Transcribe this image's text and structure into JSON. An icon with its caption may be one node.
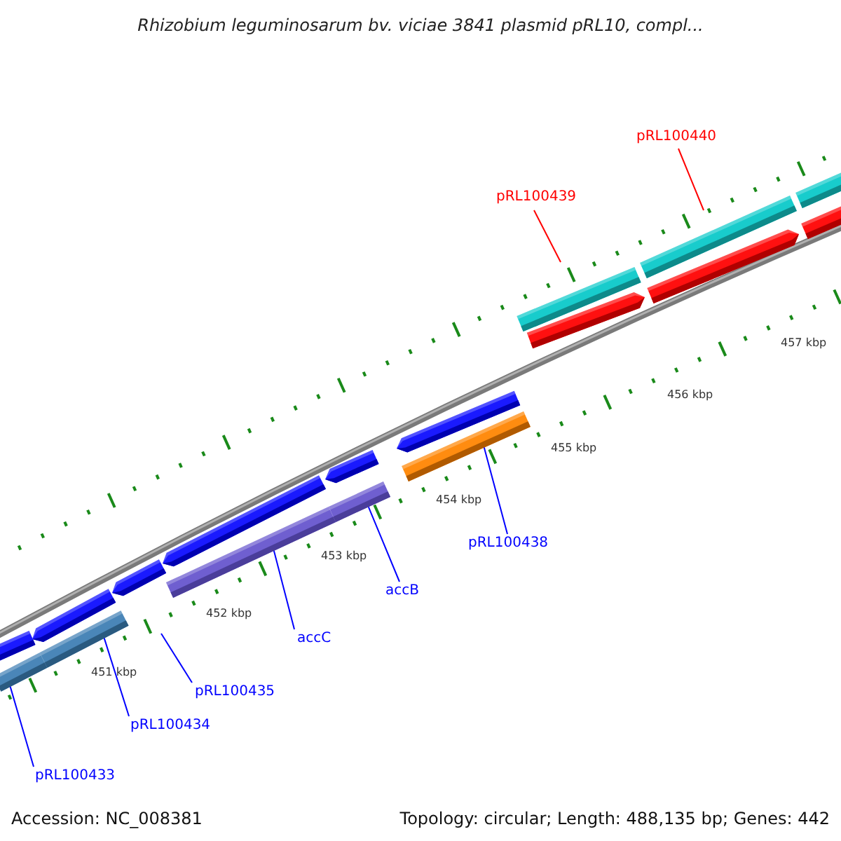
{
  "diagram": {
    "title": "Rhizobium leguminosarum bv. viciae 3841 plasmid pRL10, compl...",
    "nodes": [
      {
        "text": [
          "pRL100440"
        ]
      },
      {
        "text": [
          "pRL100439"
        ]
      },
      {
        "text": [
          "pRL100438"
        ]
      },
      {
        "text": [
          "accB"
        ]
      },
      {
        "text": [
          "accC"
        ]
      },
      {
        "text": [
          "pRL100435"
        ]
      },
      {
        "text": [
          "pRL100434"
        ]
      },
      {
        "text": [
          "pRL100433"
        ]
      },
      {
        "text": [],
        "shape": "bar"
      },
      {
        "text": [],
        "shape": "bar"
      },
      {
        "text": [],
        "shape": "bar"
      },
      {
        "text": [],
        "shape": "bar"
      },
      {
        "text": [],
        "shape": "bar"
      },
      {
        "text": [],
        "shape": "bar"
      },
      {
        "text": [],
        "shape": "bar"
      },
      {
        "text": [],
        "shape": "bar"
      },
      {
        "text": [],
        "shape": "bar"
      },
      {
        "text": [],
        "shape": "bar"
      },
      {
        "text": [],
        "shape": "bar"
      },
      {
        "text": [],
        "shape": "bar"
      },
      {
        "text": [],
        "shape": "bar"
      },
      {
        "text": [],
        "shape": "bar"
      },
      {
        "text": [],
        "shape": "bar"
      },
      {
        "text": [],
        "shape": "bar"
      },
      {
        "text": [],
        "shape": "bar"
      }
    ],
    "edges": [
      {
        "from": 0,
        "to": null,
        "arrow": "none",
        "color": "#ff0000"
      },
      {
        "from": 1,
        "to": null,
        "arrow": "none",
        "color": "#ff0000"
      },
      {
        "from": 2,
        "to": 18,
        "arrow": "none"
      },
      {
        "from": 3,
        "to": 15,
        "arrow": "none"
      },
      {
        "from": 4,
        "to": 14,
        "arrow": "none"
      },
      {
        "from": 5,
        "to": null,
        "arrow": "none"
      },
      {
        "from": 6,
        "to": 9,
        "arrow": "none"
      },
      {
        "from": 7,
        "to": 8,
        "arrow": "none"
      }
    ],
    "labels": [
      "457 kbp",
      "456 kbp",
      "455 kbp",
      "454 kbp",
      "453 kbp",
      "452 kbp",
      "451 kbp",
      "Accession: NC_008381",
      "Topology: circular; Length: 488,135 bp; Genes: 442"
    ]
  }
}
